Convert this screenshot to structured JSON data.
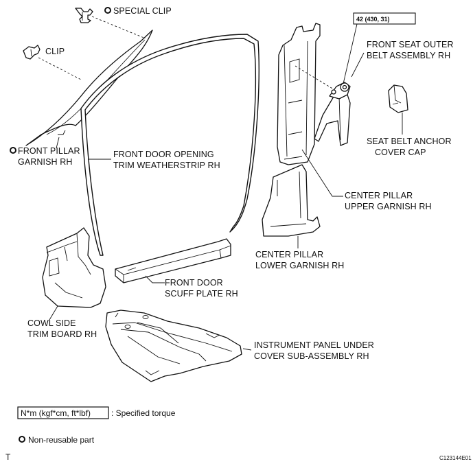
{
  "labels": {
    "special_clip": "SPECIAL CLIP",
    "clip": "CLIP",
    "front_pillar_garnish_1": "FRONT PILLAR",
    "front_pillar_garnish_2": "GARNISH RH",
    "weatherstrip_1": "FRONT DOOR OPENING",
    "weatherstrip_2": "TRIM WEATHERSTRIP RH",
    "torque_value": "42 (430, 31)",
    "seat_belt_1": "FRONT SEAT OUTER",
    "seat_belt_2": "BELT ASSEMBLY RH",
    "anchor_cap_1": "SEAT BELT ANCHOR",
    "anchor_cap_2": "COVER CAP",
    "center_upper_1": "CENTER PILLAR",
    "center_upper_2": "UPPER GARNISH RH",
    "center_lower_1": "CENTER PILLAR",
    "center_lower_2": "LOWER GARNISH RH",
    "scuff_1": "FRONT DOOR",
    "scuff_2": "SCUFF PLATE RH",
    "cowl_1": "COWL SIDE",
    "cowl_2": "TRIM BOARD RH",
    "instrument_1": "INSTRUMENT PANEL UNDER",
    "instrument_2": "COVER SUB-ASSEMBLY RH"
  },
  "legend": {
    "torque_unit": "N*m (kgf*cm, ft*lbf)",
    "torque_desc": ": Specified torque",
    "non_reusable": "Non-reusable part"
  },
  "footer": {
    "corner_letter": "T",
    "figure_code": "C123144E01"
  }
}
